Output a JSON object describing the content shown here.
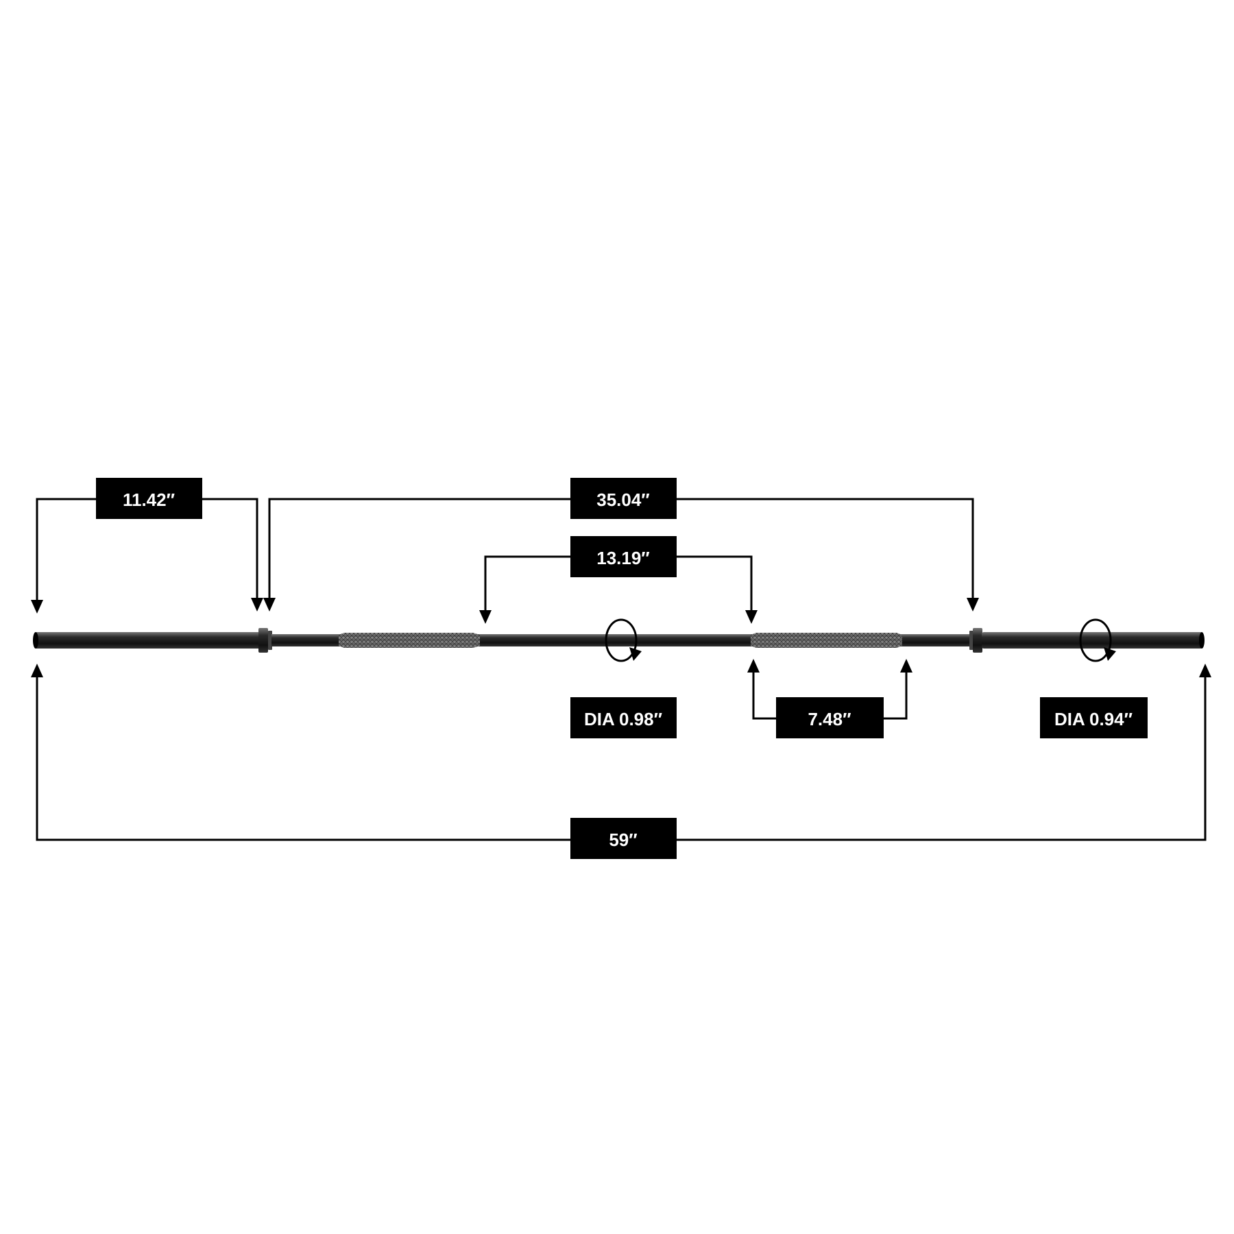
{
  "colors": {
    "background": "#ffffff",
    "bar_body": "#1a1a1a",
    "bar_highlight": "#5a5a5a",
    "knurling": "#6b6b6b",
    "label_box": "#000000",
    "label_text": "#ffffff",
    "dimension_lines": "#000000"
  },
  "dimensions": {
    "sleeve_length": "11.42″",
    "inner_collar_span": "35.04″",
    "center_span": "13.19″",
    "knurl_length": "7.48″",
    "shaft_diameter": "DIA 0.98″",
    "sleeve_diameter": "DIA 0.94″",
    "overall_length": "59″"
  },
  "icons": {
    "diameter_indicator": "rotation-arrow-icon",
    "dimension_arrow": "arrowhead-icon"
  }
}
